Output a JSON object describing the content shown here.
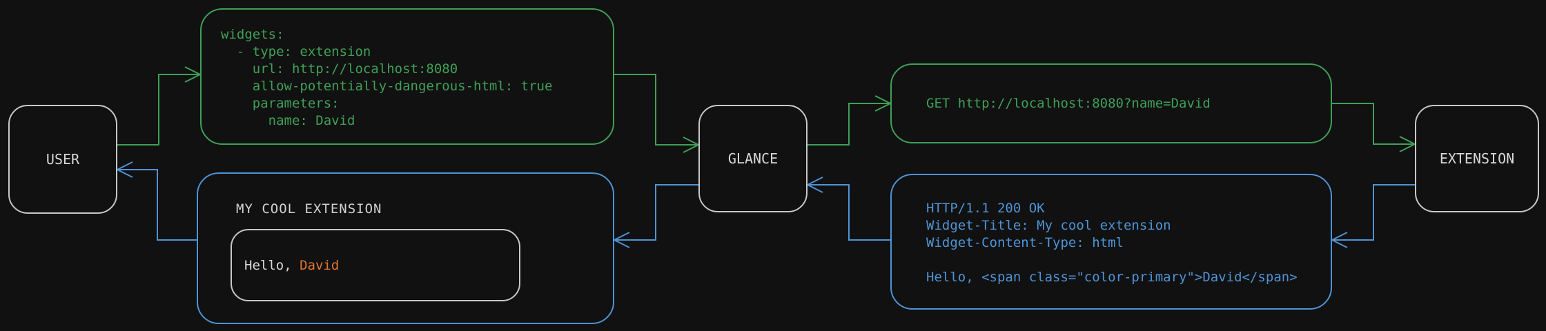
{
  "diagram": {
    "nodes": {
      "user": {
        "label": "USER"
      },
      "glance": {
        "label": "GLANCE"
      },
      "extension": {
        "label": "EXTENSION"
      }
    },
    "config_box": {
      "text": "widgets:\n  - type: extension\n    url: http://localhost:8080\n    allow-potentially-dangerous-html: true\n    parameters:\n      name: David"
    },
    "request_box": {
      "text": "GET http://localhost:8080?name=David"
    },
    "response_box": {
      "text": "HTTP/1.1 200 OK\nWidget-Title: My cool extension\nWidget-Content-Type: html\n\nHello, <span class=\"color-primary\">David</span>"
    },
    "widget_box": {
      "title": "MY COOL EXTENSION",
      "greeting_prefix": "Hello, ",
      "greeting_name": "David"
    },
    "colors": {
      "green": "#3fa057",
      "blue": "#4e94d6",
      "orange": "#e1762e",
      "node_border": "#c8c8c8",
      "background": "#111111"
    }
  }
}
